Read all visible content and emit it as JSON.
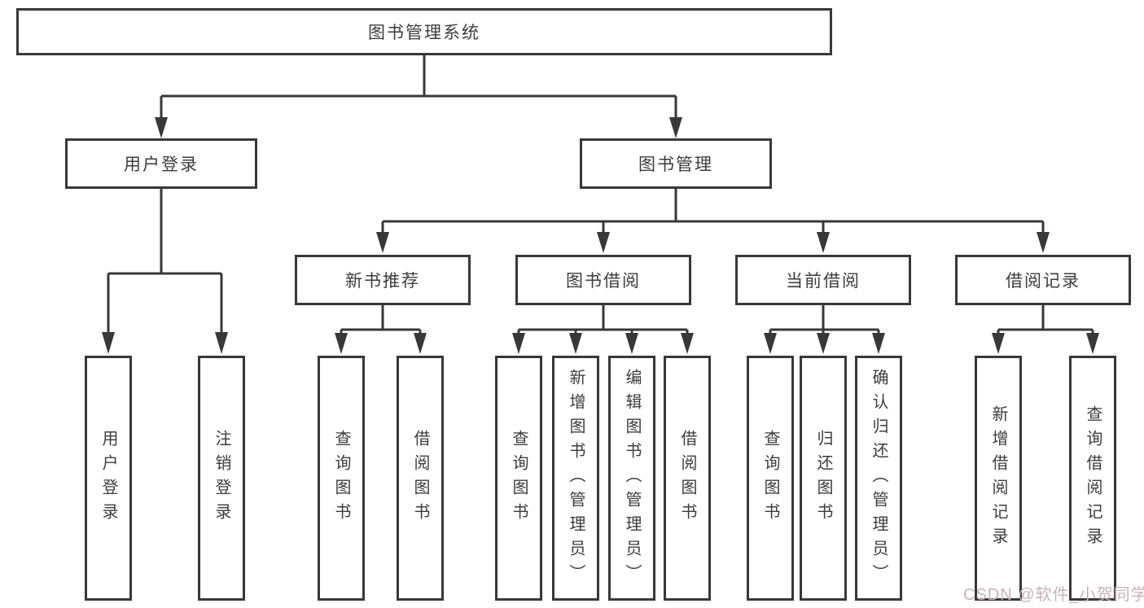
{
  "diagram": {
    "title": "图书管理系统",
    "nodes": {
      "root": "图书管理系统",
      "user_login": "用户登录",
      "book_mgmt": "图书管理",
      "new_books": "新书推荐",
      "book_borrow": "图书借阅",
      "current_borrow": "当前借阅",
      "borrow_records": "借阅记录",
      "leaf_user_login": "用户登录",
      "leaf_logout": "注销登录",
      "nb_query_books": "查询图书",
      "nb_borrow_books": "借阅图书",
      "bb_query_books": "查询图书",
      "bb_add_books": "新增图书（管理员）",
      "bb_edit_books": "编辑图书（管理员）",
      "bb_borrow_books": "借阅图书",
      "cb_query_books": "查询图书",
      "cb_return_books": "归还图书",
      "cb_confirm_return": "确认归还（管理员）",
      "br_add_record": "新增借阅记录",
      "br_query_record": "查询借阅记录"
    },
    "edges": [
      [
        "图书管理系统",
        "用户登录"
      ],
      [
        "图书管理系统",
        "图书管理"
      ],
      [
        "用户登录",
        "用户登录"
      ],
      [
        "用户登录",
        "注销登录"
      ],
      [
        "图书管理",
        "新书推荐"
      ],
      [
        "图书管理",
        "图书借阅"
      ],
      [
        "图书管理",
        "当前借阅"
      ],
      [
        "图书管理",
        "借阅记录"
      ],
      [
        "新书推荐",
        "查询图书"
      ],
      [
        "新书推荐",
        "借阅图书"
      ],
      [
        "图书借阅",
        "查询图书"
      ],
      [
        "图书借阅",
        "新增图书（管理员）"
      ],
      [
        "图书借阅",
        "编辑图书（管理员）"
      ],
      [
        "图书借阅",
        "借阅图书"
      ],
      [
        "当前借阅",
        "查询图书"
      ],
      [
        "当前借阅",
        "归还图书"
      ],
      [
        "当前借阅",
        "确认归还（管理员）"
      ],
      [
        "借阅记录",
        "新增借阅记录"
      ],
      [
        "借阅记录",
        "查询借阅记录"
      ]
    ]
  },
  "colors": {
    "line": "#383838",
    "text": "#3c3c3c",
    "background": "#ffffff",
    "watermark": "#c8b1bb"
  },
  "watermark": "CSDN @软件_小贺同学"
}
